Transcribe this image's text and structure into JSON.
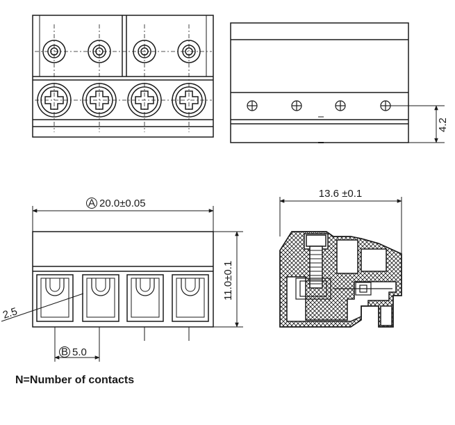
{
  "dimensions": {
    "pin_offset": "4.2",
    "total_width": "20.0±0.05",
    "total_width_marker": "A",
    "depth": "13.6 ±0.1",
    "height": "11.0±0.1",
    "wire_diameter": "2.5",
    "pitch": "5.0",
    "pitch_marker": "B"
  },
  "note": "N=Number of contacts",
  "contacts_count": 4,
  "colors": {
    "line": "#1a1a1a",
    "hatch": "#1a1a1a",
    "background": "#ffffff"
  }
}
